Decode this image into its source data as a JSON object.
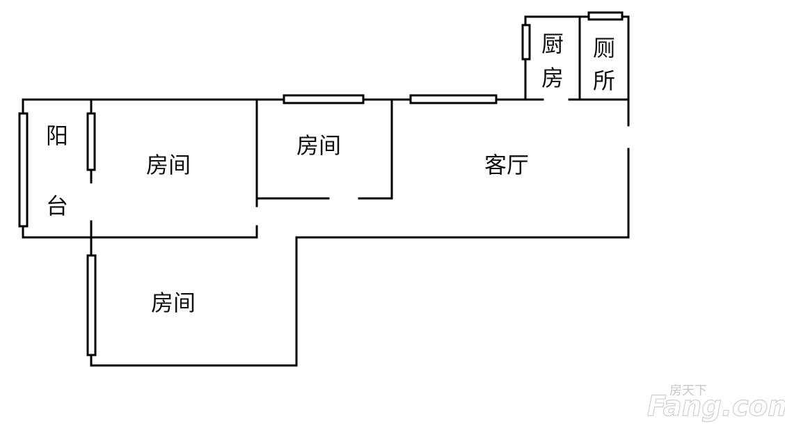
{
  "rooms": {
    "balcony_line1": "阳",
    "balcony_line2": "台",
    "bedroom_left": "房间",
    "bedroom_middle": "房间",
    "bedroom_lower": "房间",
    "living_room": "客厅",
    "kitchen_line1": "厨",
    "kitchen_line2": "房",
    "toilet_line1": "厕",
    "toilet_line2": "所"
  },
  "watermark": {
    "small_text": "房天下",
    "brand_text": "Fang.com"
  },
  "colors": {
    "wall": "#000000",
    "background": "#ffffff",
    "watermark": "#c8c8c8"
  }
}
